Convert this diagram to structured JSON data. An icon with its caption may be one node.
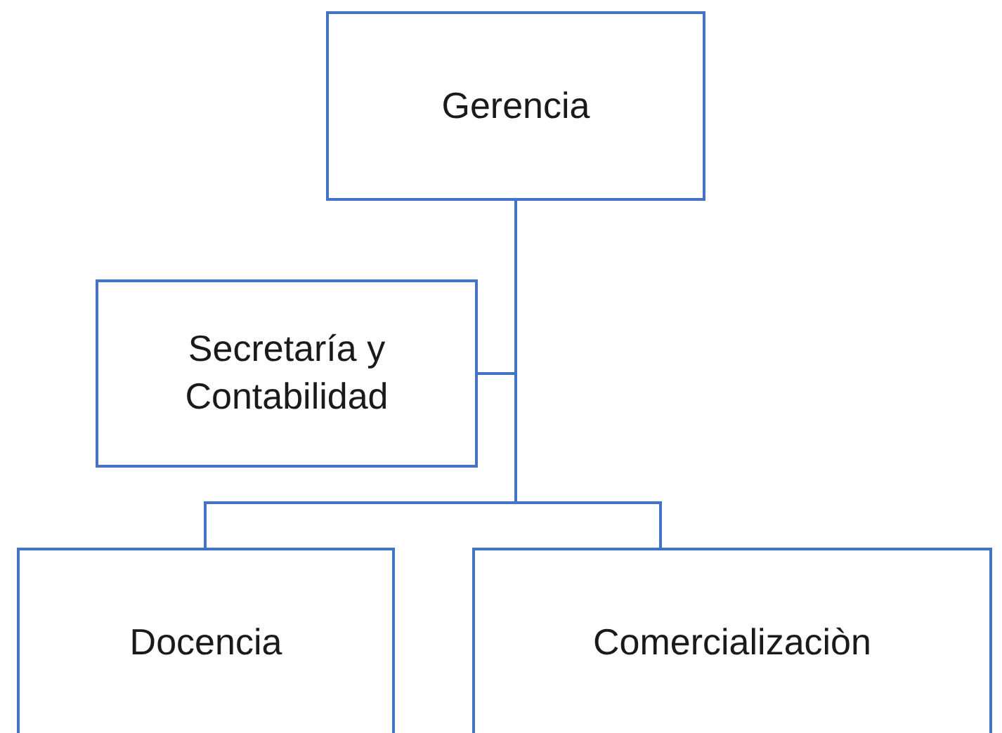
{
  "diagram": {
    "nodes": [
      {
        "text": [
          "Gerencia"
        ]
      },
      {
        "text": [
          "Secretaría y Contabilidad"
        ]
      },
      {
        "text": [
          "Docencia"
        ]
      },
      {
        "text": [
          "Comercializaciòn"
        ]
      }
    ],
    "edges": [
      {
        "from": 0,
        "to": 1,
        "arrow": "none"
      },
      {
        "from": 0,
        "to": 2,
        "arrow": "none"
      },
      {
        "from": 0,
        "to": 3,
        "arrow": "none"
      }
    ]
  }
}
